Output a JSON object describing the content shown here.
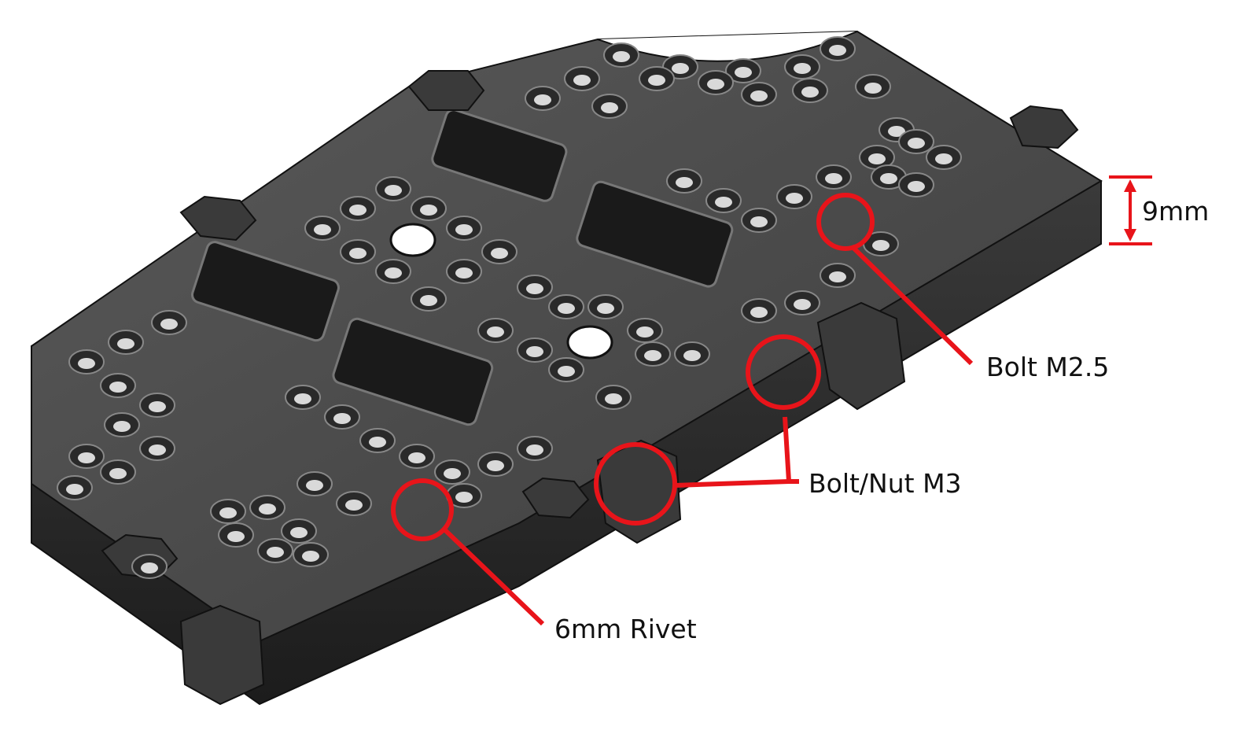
{
  "labels": {
    "thickness": "9mm",
    "bolt_m25": "Bolt M2.5",
    "bolt_nut_m3": "Bolt/Nut M3",
    "rivet_6mm": "6mm Rivet"
  },
  "colors": {
    "plate_top": "#4a4a4a",
    "plate_side": "#262626",
    "plate_edge": "#111111",
    "hole_fill": "#161616",
    "hole_rim": "#8a8a8a",
    "callout": "#e8141a",
    "text": "#111111"
  }
}
